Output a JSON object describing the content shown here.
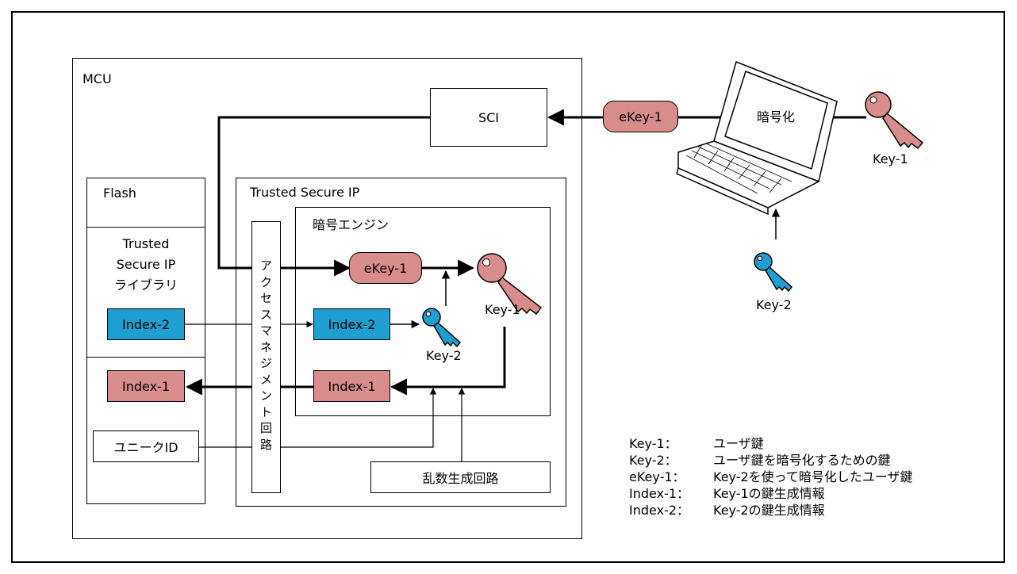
{
  "mcu": {
    "label": "MCU"
  },
  "sci": {
    "label": "SCI"
  },
  "flash": {
    "label": "Flash",
    "library_lines": [
      "Trusted",
      "Secure IP",
      "ライブラリ"
    ],
    "index2": "Index-2",
    "index1": "Index-1",
    "unique_id": "ユニークID"
  },
  "tsip": {
    "label": "Trusted Secure IP"
  },
  "access_circuit": {
    "chars": [
      "ア",
      "ク",
      "セ",
      "ス",
      "マ",
      "ネ",
      "ジ",
      "メ",
      "ン",
      "ト",
      "回",
      "路"
    ]
  },
  "engine": {
    "label": "暗号エンジン",
    "ekey1": "eKey-1",
    "index2": "Index-2",
    "index1": "Index-1",
    "key1_label": "Key-1",
    "key2_label": "Key-2"
  },
  "rng": {
    "label": "乱数生成回路"
  },
  "external": {
    "ekey1": "eKey-1",
    "encrypt_label": "暗号化",
    "key1_label": "Key-1",
    "key2_label": "Key-2"
  },
  "colors": {
    "pink": "#d98c8c",
    "blue": "#1f9fd0",
    "key_pink": "#d98c8c",
    "key_blue": "#1f9fd0"
  },
  "legend": [
    {
      "term": "Key-1：",
      "desc": "ユーザ鍵"
    },
    {
      "term": "Key-2：",
      "desc": "ユーザ鍵を暗号化するための鍵"
    },
    {
      "term": "eKey-1：",
      "desc": "Key-2を使って暗号化したユーザ鍵"
    },
    {
      "term": "Index-1：",
      "desc": "Key-1の鍵生成情報"
    },
    {
      "term": "Index-2：",
      "desc": "Key-2の鍵生成情報"
    }
  ]
}
